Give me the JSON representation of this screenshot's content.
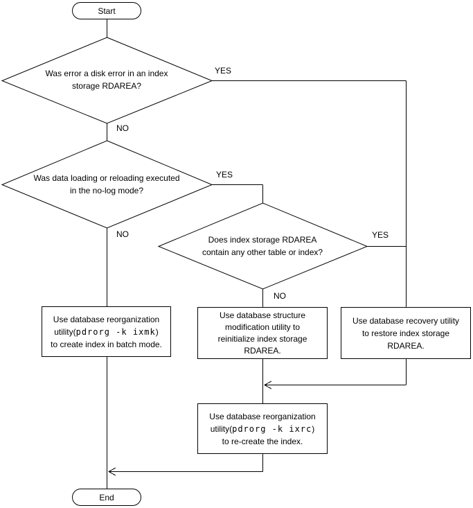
{
  "flowchart": {
    "terminators": {
      "start": "Start",
      "end": "End"
    },
    "decisions": [
      {
        "id": "disk-error-in-index-rdarea",
        "question": "Was error a disk error in an index\nstorage RDAREA?",
        "yes_label": "YES",
        "no_label": "NO"
      },
      {
        "id": "no-log-mode-loading",
        "question": "Was data loading or reloading executed\nin the no-log mode?",
        "yes_label": "YES",
        "no_label": "NO"
      },
      {
        "id": "rdarea-contains-other-table-or-index",
        "question": "Does index storage RDAREA\ncontain any other table or index?",
        "yes_label": "YES",
        "no_label": "NO"
      }
    ],
    "processes": [
      {
        "id": "reorg-ixmk",
        "line1": "Use database reorganization",
        "line2_prefix": "utility(",
        "line2_code": "pdrorg -k ixmk",
        "line2_suffix": ")",
        "line3": "to create index in batch mode."
      },
      {
        "id": "structure-modification",
        "text": "Use database structure\nmodification utility to\nreinitialize index storage\nRDAREA."
      },
      {
        "id": "recovery",
        "text": "Use database recovery utility\nto restore index storage\nRDAREA."
      },
      {
        "id": "reorg-ixrc",
        "line1": "Use database reorganization",
        "line2_prefix": "utility(",
        "line2_code": "pdrorg -k ixrc",
        "line2_suffix": ")",
        "line3": "to re-create the index."
      }
    ],
    "colors": {
      "line": "#000000",
      "background": "#ffffff",
      "text": "#000000"
    }
  }
}
